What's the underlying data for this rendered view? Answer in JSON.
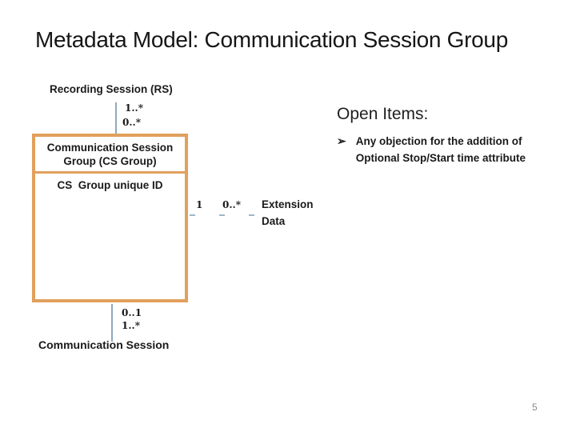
{
  "slide": {
    "title": "Metadata Model: Communication Session Group",
    "page_number": "5"
  },
  "diagram": {
    "recording_session_label": "Recording Session (RS)",
    "top_connector": {
      "upper_multiplicity": "1..*",
      "lower_multiplicity": "0..*"
    },
    "cs_group_box": {
      "title_line1": "Communication Session",
      "title_line2": "Group (CS Group)",
      "attribute": "CS  Group unique ID"
    },
    "extension_connector": {
      "source_multiplicity": "1",
      "target_multiplicity": "0..*",
      "target_line1": "Extension",
      "target_line2": "Data"
    },
    "bottom_connector": {
      "upper_multiplicity": "0..1",
      "lower_multiplicity": "1..*"
    },
    "communication_session_label": "Communication Session",
    "colors": {
      "box_border": "#E1A05C",
      "connector_line": "#8FA9BC"
    }
  },
  "open_items": {
    "heading": "Open Items:",
    "bullet_icon": "➢",
    "items": [
      "Any objection for the addition of Optional Stop/Start time attribute"
    ]
  }
}
